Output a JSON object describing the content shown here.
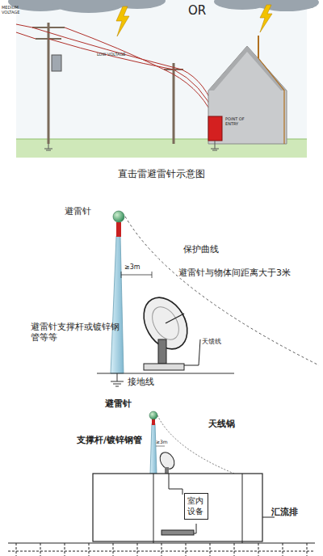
{
  "diagram": {
    "caption": "直击雷避雷针示意图",
    "nodes": [
      {
        "text": [
          "POINT OF ENTRY"
        ]
      },
      {
        "text": [
          "室内设备"
        ]
      }
    ],
    "labels": [
      "OR",
      "MEDIUM VOLTAGE",
      "LOW VOLTAGE",
      "避雷针",
      "保护曲线",
      "≥3m",
      "避雷针与物体间距离大于3米",
      "避雷针支撑杆或镀锌钢管等等",
      "天馈线",
      "接地线",
      "避雷针",
      "支撑杆/镀锌钢管",
      "天线锅",
      "≥3m",
      "汇流排"
    ]
  }
}
